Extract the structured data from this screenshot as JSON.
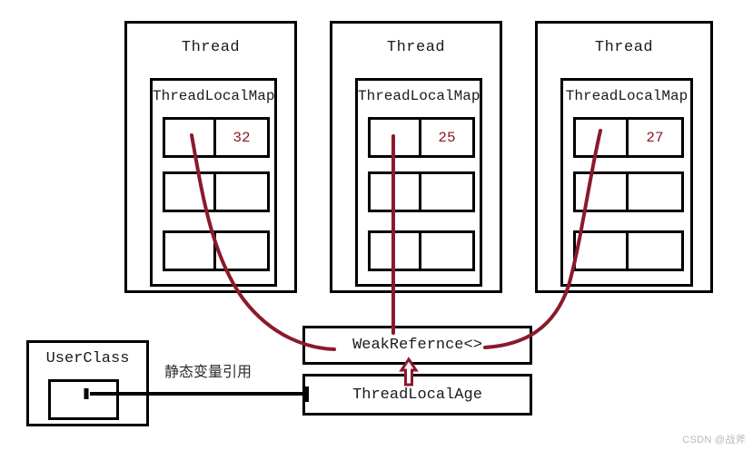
{
  "diagram": {
    "title": "ThreadLocal WeakReference memory model",
    "colors": {
      "stroke": "#000000",
      "arrow_red": "#8b1a2b",
      "value_text": "#8b1a2b",
      "watermark": "#b9b9b9"
    }
  },
  "threads": [
    {
      "label": "Thread",
      "map_label": "ThreadLocalMap",
      "rows": [
        {
          "key": "",
          "value": "32"
        },
        {
          "key": "",
          "value": ""
        },
        {
          "key": "",
          "value": ""
        }
      ]
    },
    {
      "label": "Thread",
      "map_label": "ThreadLocalMap",
      "rows": [
        {
          "key": "",
          "value": "25"
        },
        {
          "key": "",
          "value": ""
        },
        {
          "key": "",
          "value": ""
        }
      ]
    },
    {
      "label": "Thread",
      "map_label": "ThreadLocalMap",
      "rows": [
        {
          "key": "",
          "value": "27"
        },
        {
          "key": "",
          "value": ""
        },
        {
          "key": "",
          "value": ""
        }
      ]
    }
  ],
  "user_class": {
    "label": "UserClass",
    "inner_label": ""
  },
  "weak_reference": {
    "label": "WeakRefernce<>"
  },
  "thread_local_age": {
    "label": "ThreadLocalAge"
  },
  "edges": {
    "static_variable_reference": "静态变量引用"
  },
  "watermark": {
    "text": "CSDN @战斧"
  }
}
